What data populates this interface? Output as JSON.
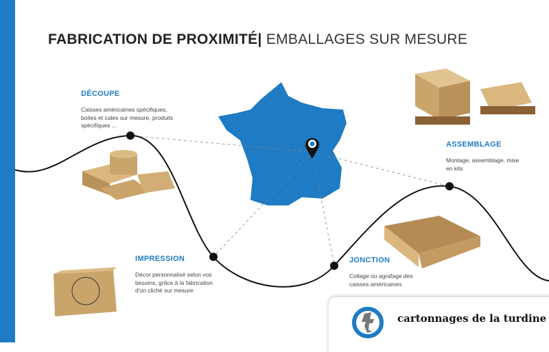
{
  "header": {
    "title_bold": "FABRICATION DE PROXIMITÉ|",
    "title_light": "EMBALLAGES SUR MESURE"
  },
  "steps": [
    {
      "title": "DÉCOUPE",
      "lines": [
        "Caisses américaines spécifiques,",
        "boites et cales sur mesure, produits",
        "spécifiques ..."
      ]
    },
    {
      "title": "IMPRESSION",
      "lines": [
        "Décor personnalisé selon vos",
        "besoins, grâce à la fabrication",
        "d'un cliché sur mesure"
      ]
    },
    {
      "title": "JONCTION",
      "lines": [
        "Collage ou agrafage des",
        "caisses américaines"
      ]
    },
    {
      "title": "ASSEMBLAGE",
      "lines": [
        "Montage, assemblage, mise",
        "en kits"
      ]
    }
  ],
  "brand": {
    "name": "cartonnages de la turdine"
  },
  "colors": {
    "accent": "#1e7bc4",
    "cardboard": "#c8a56e",
    "curve": "#111111"
  },
  "icons": [
    "map-pin-icon",
    "brand-logo-icon"
  ]
}
